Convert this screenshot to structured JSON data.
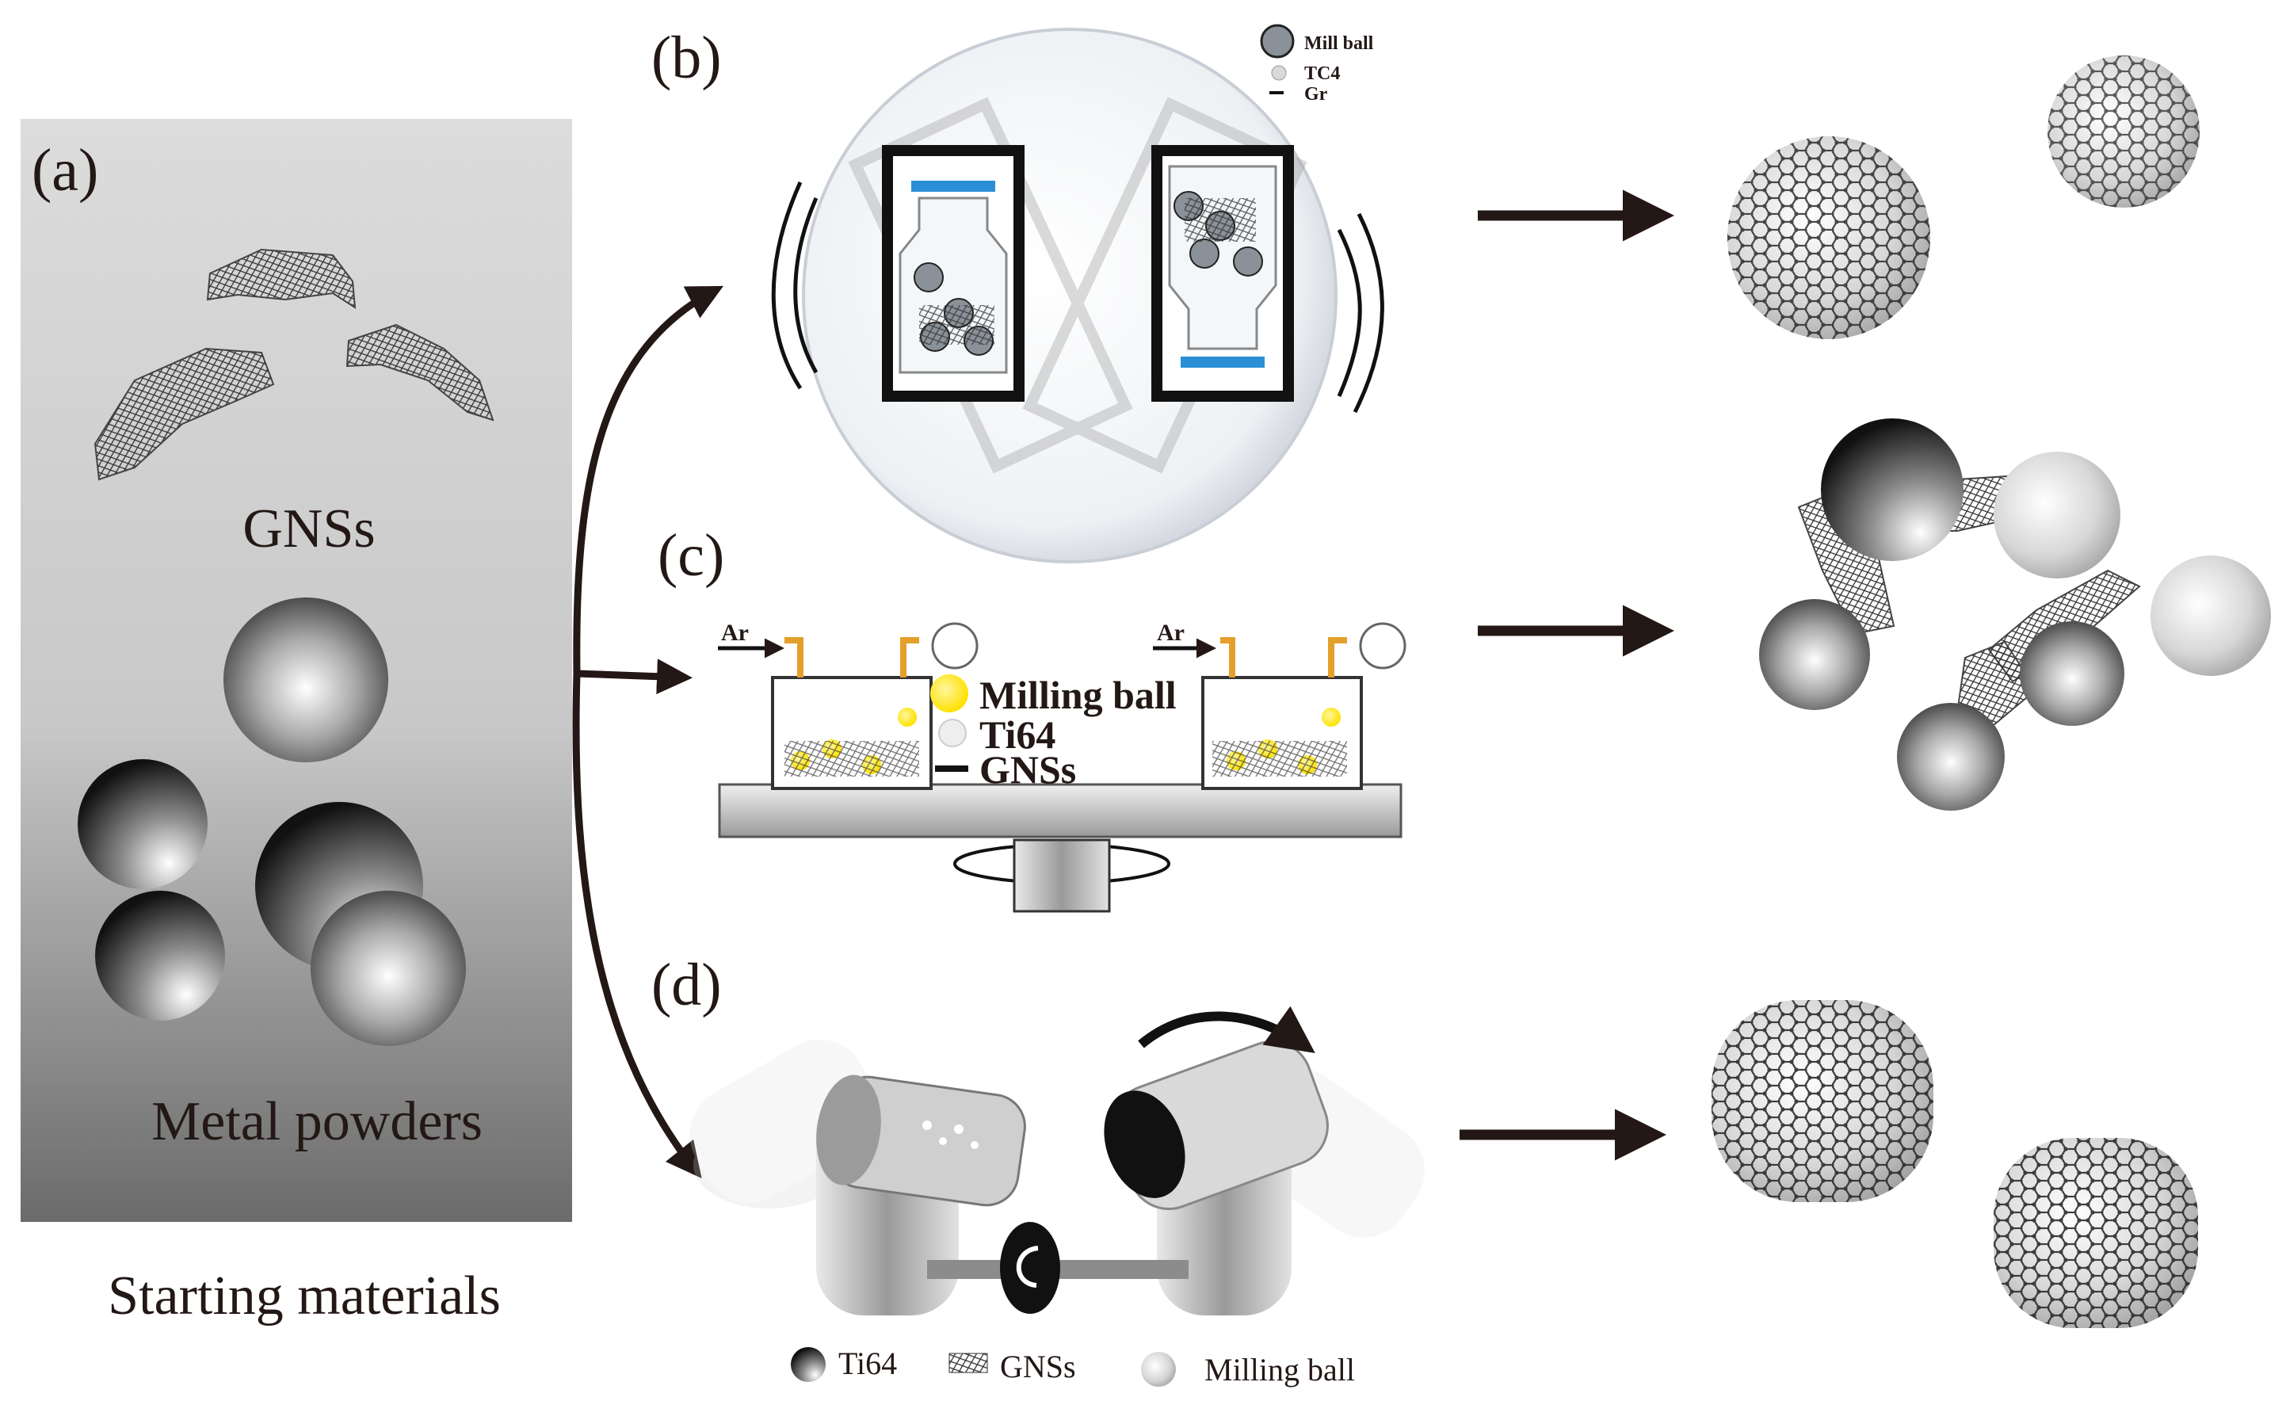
{
  "panels": {
    "a": {
      "letter": "(a)",
      "gns_label": "GNSs",
      "powder_label": "Metal powders",
      "caption": "Starting materials"
    },
    "b": {
      "letter": "(b)",
      "legend": [
        "Mill ball",
        "TC4",
        "Gr"
      ]
    },
    "c": {
      "letter": "(c)",
      "gas_label": "Ar",
      "legend": [
        "Milling ball",
        "Ti64",
        "GNSs"
      ]
    },
    "d": {
      "letter": "(d)",
      "legend": [
        "Ti64",
        "GNSs",
        "Milling ball"
      ]
    }
  },
  "colors": {
    "ink": "#231815",
    "arrow": "#231815",
    "accent_blue": "#2a8fd6",
    "milling_ball_yellow": "#ffe100",
    "gas_fitting_orange": "#e3a02a"
  },
  "icons": {
    "arrow": "right-arrow-icon",
    "curved_arrow": "curved-arrow-icon",
    "rotation": "rotation-arrow-icon"
  }
}
